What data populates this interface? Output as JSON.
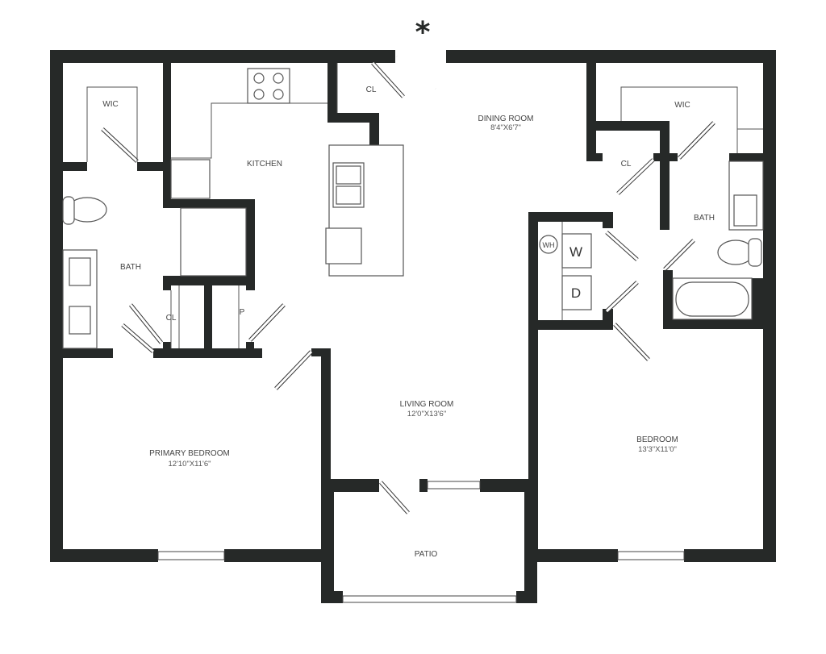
{
  "rooms": {
    "dining": {
      "name": "DINING ROOM",
      "dims": "8'4\"X6'7\""
    },
    "living": {
      "name": "LIVING ROOM",
      "dims": "12'0\"X13'6\""
    },
    "primary_bedroom": {
      "name": "PRIMARY BEDROOM",
      "dims": "12'10\"X11'6\""
    },
    "bedroom": {
      "name": "BEDROOM",
      "dims": "13'3\"X11'0\""
    },
    "kitchen": {
      "name": "KITCHEN"
    },
    "patio": {
      "name": "PATIO"
    },
    "bath_left": {
      "name": "BATH"
    },
    "bath_right": {
      "name": "BATH"
    },
    "wic_left": {
      "name": "WIC"
    },
    "wic_right": {
      "name": "WIC"
    },
    "closet_kitchen": {
      "name": "CL"
    },
    "closet_right": {
      "name": "CL"
    },
    "closet_hall": {
      "name": "CL"
    },
    "pantry": {
      "name": "P"
    }
  },
  "appliances": {
    "water_heater": "WH",
    "washer": "W",
    "dryer": "D"
  },
  "entry_marker": "entry-star-icon",
  "colors": {
    "wall": "#262928"
  }
}
